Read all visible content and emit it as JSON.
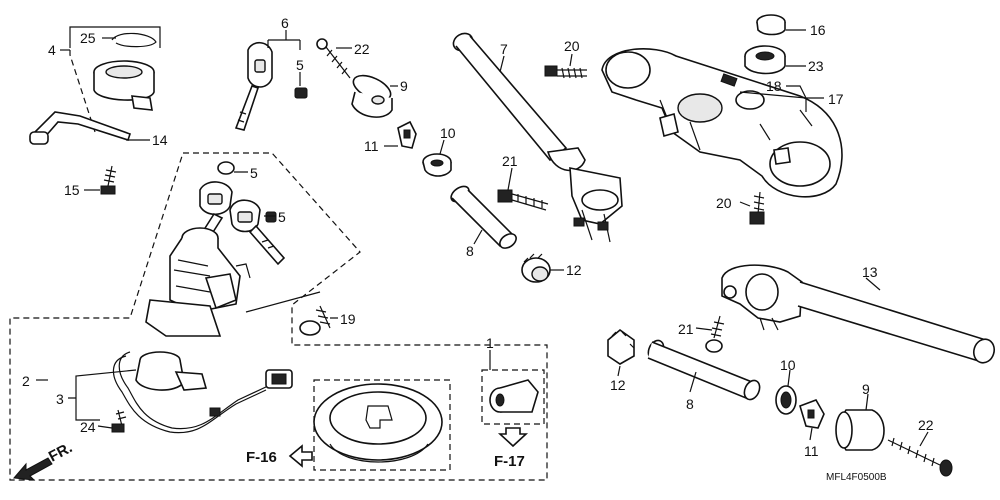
{
  "diagram": {
    "code": "MFL4F0500B",
    "direction_label": "FR.",
    "refs": {
      "f16": "F-16",
      "f17": "F-17"
    },
    "callouts": {
      "c25": "25",
      "c4": "4",
      "c6": "6",
      "c5a": "5",
      "c22a": "22",
      "c9a": "9",
      "c7": "7",
      "c20a": "20",
      "c16": "16",
      "c23": "23",
      "c18": "18",
      "c17": "17",
      "c14": "14",
      "c15": "15",
      "c11a": "11",
      "c10a": "10",
      "c5b": "5",
      "c5c": "5",
      "c21a": "21",
      "c20b": "20",
      "c8a": "8",
      "c12a": "12",
      "c19": "19",
      "c13": "13",
      "c21b": "21",
      "c2": "2",
      "c1": "1",
      "c3": "3",
      "c24": "24",
      "c12b": "12",
      "c8b": "8",
      "c10b": "10",
      "c9b": "9",
      "c11b": "11",
      "c22b": "22"
    }
  }
}
